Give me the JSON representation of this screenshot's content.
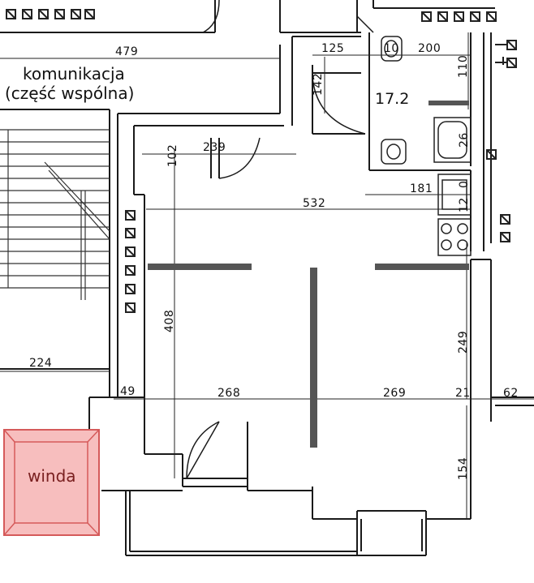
{
  "labels": {
    "common_area_line1": "komunikacja",
    "common_area_line2": "(część wspólna)",
    "room_area": "17.2",
    "elevator": "winda"
  },
  "dimensions": {
    "d479": "479",
    "d125": "125",
    "d10": "10",
    "d200": "200",
    "d110": "110",
    "d142": "142",
    "d102": "102",
    "d239": "239",
    "d26": "26",
    "d181": "181",
    "d532": "532",
    "d12": "12",
    "d0": "0",
    "d408": "408",
    "d249": "249",
    "d224": "224",
    "d49": "49",
    "d268": "268",
    "d269": "269",
    "d21": "21",
    "d62": "62",
    "d154": "154"
  },
  "colors": {
    "wall": "#1a1a1a",
    "partition_marker": "#555555",
    "elevator_fill": "#f4a3a3",
    "elevator_stroke": "#d55a5a"
  }
}
